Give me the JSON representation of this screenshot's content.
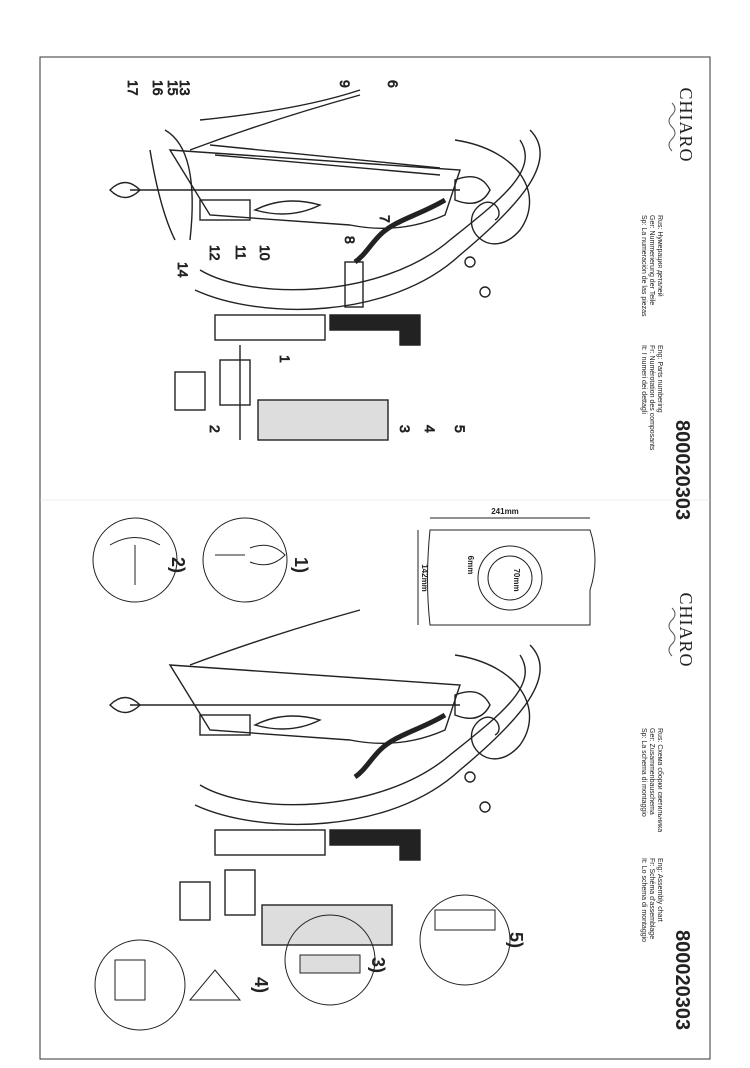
{
  "brand": "CHIARO",
  "part_numbers": [
    "1",
    "2",
    "3",
    "4",
    "5",
    "6",
    "7",
    "8",
    "9",
    "10",
    "11",
    "12",
    "13",
    "14",
    "15",
    "16",
    "17"
  ],
  "top_panel": {
    "code": "800020303",
    "captions": [
      "Rus: Нумерация деталей",
      "Ger: Nummerierung der Teile",
      "Sp: La numeración de las piezas"
    ],
    "captions2": [
      "Eng: Parts numbering",
      "Fr: Numérotation des composants",
      "It: I numeri dei dettagli"
    ]
  },
  "bottom_panel": {
    "code": "800020303",
    "captions": [
      "Rus: Схема сборки светильника",
      "Ger: Zusammenbauschema",
      "Sp: La schema di montaggio"
    ],
    "captions2": [
      "Eng: Assembly chart",
      "Fr: Schéma d'assemblage",
      "It: Lo schema di montaggio"
    ],
    "steps": [
      "1)",
      "2)",
      "3)",
      "4)",
      "5)"
    ],
    "dimensions": {
      "width": "241mm",
      "height": "142mm",
      "hole": "70mm",
      "small": "6mm"
    }
  }
}
